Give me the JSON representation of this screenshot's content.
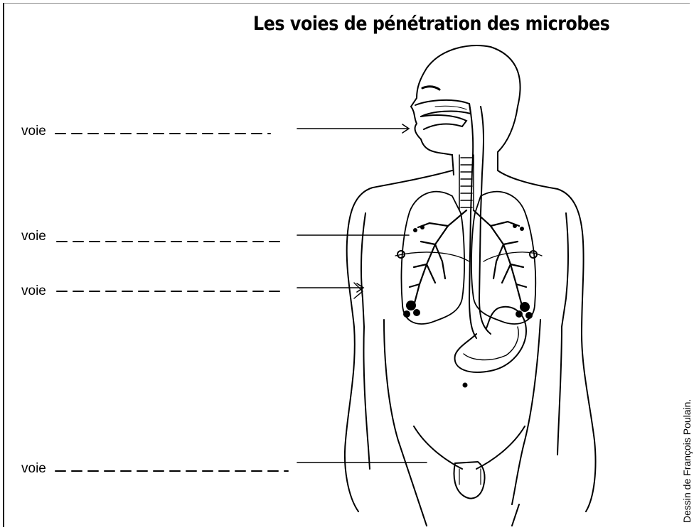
{
  "title": "Les voies de pénétration des microbes",
  "labels": [
    {
      "text": "voie"
    },
    {
      "text": "voie"
    },
    {
      "text": "voie"
    },
    {
      "text": "voie"
    }
  ],
  "credit": "Dessin de François Poulain."
}
